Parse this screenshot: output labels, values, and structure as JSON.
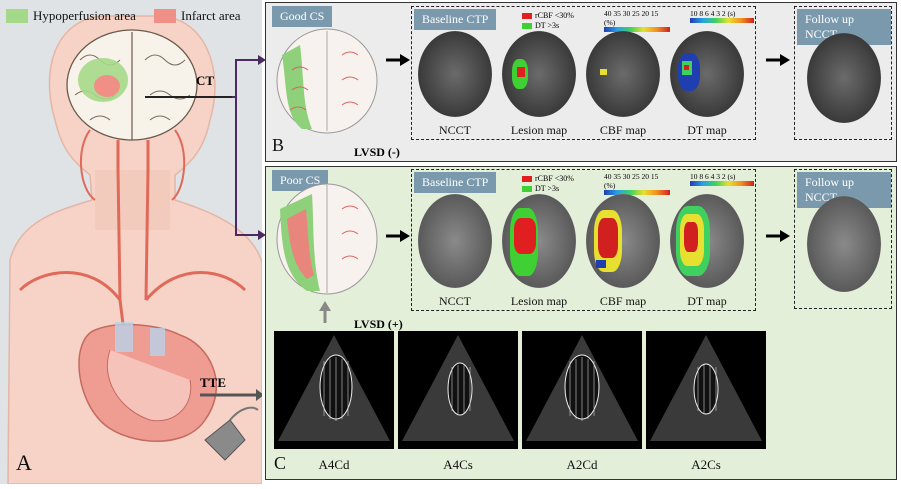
{
  "panel_a": {
    "legend": [
      {
        "label": "Hypoperfusion area",
        "color": "#a5d98a"
      },
      {
        "label": "Infarct area",
        "color": "#f08f86"
      }
    ],
    "ct_label": "CT",
    "tte_label": "TTE",
    "letter": "A"
  },
  "panel_b": {
    "letter": "B",
    "cs_label": "Good CS",
    "baseline_label": "Baseline CTP",
    "followup_label": "Follow up NCCT",
    "lvsd_label": "LVSD (-)",
    "legend": [
      {
        "label": "rCBF <30%",
        "color": "#e02020"
      },
      {
        "label": "DT >3s",
        "color": "#3fd133"
      }
    ],
    "captions": [
      "NCCT",
      "Lesion map",
      "CBF map",
      "DT map"
    ],
    "cbf_scale": "40 35 30 25 20 15 (%)",
    "dt_scale": "10 8 6 4 3 2 (s)"
  },
  "panel_c": {
    "letter": "C",
    "cs_label": "Poor CS",
    "baseline_label": "Baseline CTP",
    "followup_label": "Follow up NCCT",
    "lvsd_label": "LVSD (+)",
    "legend": [
      {
        "label": "rCBF <30%",
        "color": "#e02020"
      },
      {
        "label": "DT >3s",
        "color": "#3fd133"
      }
    ],
    "captions": [
      "NCCT",
      "Lesion map",
      "CBF map",
      "DT map"
    ],
    "cbf_scale": "40 35 30 25 20 15 (%)",
    "dt_scale": "10 8 6 4 3 2 (s)",
    "echo_captions": [
      "A4Cd",
      "A4Cs",
      "A2Cd",
      "A2Cs"
    ]
  }
}
